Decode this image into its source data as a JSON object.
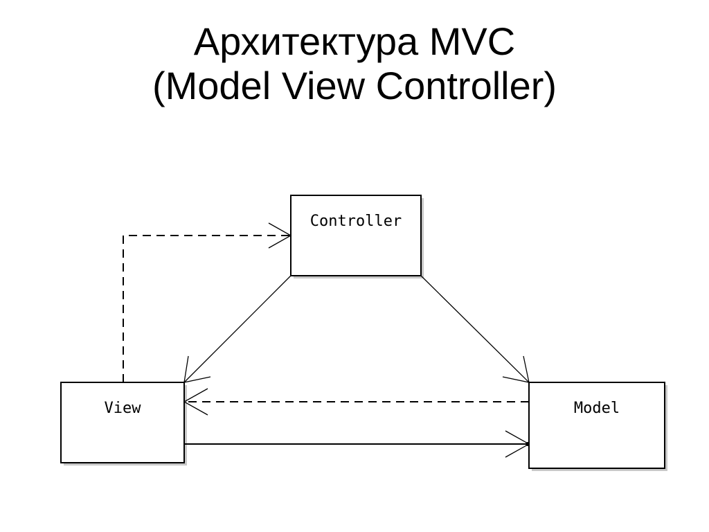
{
  "slide": {
    "title_line1": "Архитектура MVC",
    "title_line2": "(Model View Controller)"
  },
  "diagram": {
    "nodes": [
      {
        "id": "controller",
        "label": "Controller"
      },
      {
        "id": "view",
        "label": "View"
      },
      {
        "id": "model",
        "label": "Model"
      }
    ],
    "edges": [
      {
        "from": "view",
        "to": "controller",
        "style": "dashed"
      },
      {
        "from": "controller",
        "to": "view",
        "style": "solid"
      },
      {
        "from": "controller",
        "to": "model",
        "style": "solid"
      },
      {
        "from": "model",
        "to": "view",
        "style": "dashed"
      },
      {
        "from": "view",
        "to": "model",
        "style": "solid"
      }
    ]
  },
  "colors": {
    "background": "#ffffff",
    "stroke": "#000000",
    "box_shadow": "#c8c8c8"
  }
}
